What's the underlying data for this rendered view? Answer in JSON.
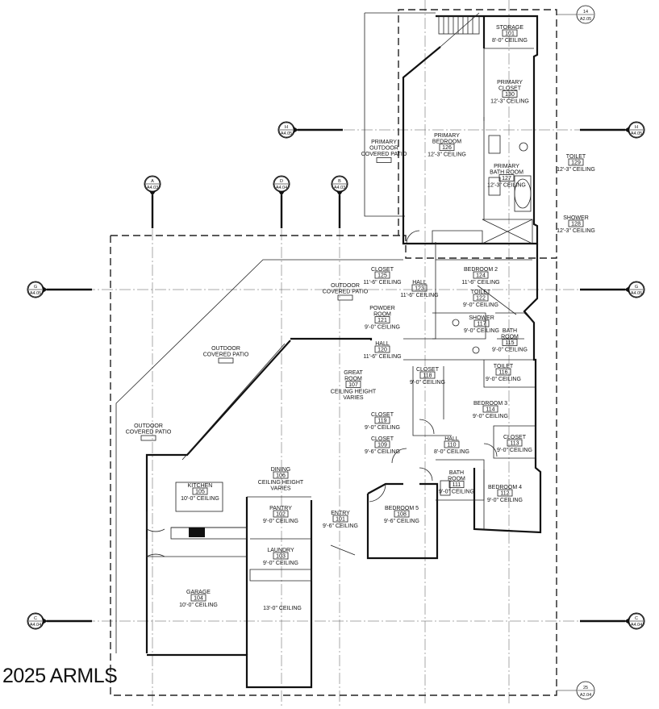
{
  "rooms": [
    {
      "id": "storage",
      "name": [
        "STORAGE"
      ],
      "number": "101",
      "ceiling": "8'-0\" CEILING"
    },
    {
      "id": "primary-closet",
      "name": [
        "PRIMARY",
        "CLOSET"
      ],
      "number": "130",
      "ceiling": "12'-3\" CEILING"
    },
    {
      "id": "primary-bedroom",
      "name": [
        "PRIMARY",
        "BEDROOM"
      ],
      "number": "126",
      "ceiling": "12'-3\" CEILING"
    },
    {
      "id": "toilet-129",
      "name": [
        "TOILET"
      ],
      "number": "129",
      "ceiling": "12'-3\" CEILING"
    },
    {
      "id": "primary-bath",
      "name": [
        "PRIMARY",
        "BATH ROOM"
      ],
      "number": "127",
      "ceiling": "12'-3\" CEILING"
    },
    {
      "id": "shower-128",
      "name": [
        "SHOWER"
      ],
      "number": "128",
      "ceiling": "12'-3\" CEILING"
    },
    {
      "id": "primary-outdoor-patio",
      "name": [
        "PRIMARY",
        "OUTDOOR",
        "COVERED PATIO"
      ],
      "number": "",
      "ceiling": ""
    },
    {
      "id": "closet-125",
      "name": [
        "CLOSET"
      ],
      "number": "125",
      "ceiling": "11'-6\" CEILING"
    },
    {
      "id": "hall-123",
      "name": [
        "HALL"
      ],
      "number": "123",
      "ceiling": "11'-6\" CEILING"
    },
    {
      "id": "bedroom-2",
      "name": [
        "BEDROOM 2"
      ],
      "number": "124",
      "ceiling": "11'-6\" CEILING"
    },
    {
      "id": "outdoor-patio-top",
      "name": [
        "OUTDOOR",
        "COVERED PATIO"
      ],
      "number": "",
      "ceiling": ""
    },
    {
      "id": "toilet-122",
      "name": [
        "TOILET"
      ],
      "number": "122",
      "ceiling": "9'-0\" CEILING"
    },
    {
      "id": "powder-room",
      "name": [
        "POWDER",
        "ROOM"
      ],
      "number": "121",
      "ceiling": "9'-0\" CEILING"
    },
    {
      "id": "shower-117",
      "name": [
        "SHOWER"
      ],
      "number": "117",
      "ceiling": "9'-0\" CEILING"
    },
    {
      "id": "bath-room-115",
      "name": [
        "BATH",
        "ROOM"
      ],
      "number": "115",
      "ceiling": "9'-0\" CEILING"
    },
    {
      "id": "hall-120",
      "name": [
        "HALL"
      ],
      "number": "120",
      "ceiling": "11'-6\" CEILING"
    },
    {
      "id": "outdoor-patio-left",
      "name": [
        "OUTDOOR",
        "COVERED PATIO"
      ],
      "number": "",
      "ceiling": ""
    },
    {
      "id": "closet-118",
      "name": [
        "CLOSET"
      ],
      "number": "118",
      "ceiling": "9'-0\" CEILING"
    },
    {
      "id": "toilet-116",
      "name": [
        "TOILET"
      ],
      "number": "116",
      "ceiling": "9'-0\" CEILING"
    },
    {
      "id": "great-room",
      "name": [
        "GREAT",
        "ROOM"
      ],
      "number": "107",
      "ceiling": "CEILING HEIGHT",
      "ceiling2": "VARIES"
    },
    {
      "id": "bedroom-3",
      "name": [
        "BEDROOM 3"
      ],
      "number": "114",
      "ceiling": "9'-0\" CEILING"
    },
    {
      "id": "closet-119",
      "name": [
        "CLOSET"
      ],
      "number": "119",
      "ceiling": "9'-0\" CEILING"
    },
    {
      "id": "closet-113",
      "name": [
        "CLOSET"
      ],
      "number": "113",
      "ceiling": "9'-0\" CEILING"
    },
    {
      "id": "outdoor-patio-bottom",
      "name": [
        "OUTDOOR",
        "COVERED PATIO"
      ],
      "number": "",
      "ceiling": ""
    },
    {
      "id": "closet-109",
      "name": [
        "CLOSET"
      ],
      "number": "109",
      "ceiling": "9'-6\" CEILING"
    },
    {
      "id": "hall-110",
      "name": [
        "HALL"
      ],
      "number": "110",
      "ceiling": "8'-0\" CEILING"
    },
    {
      "id": "dining",
      "name": [
        "DINING"
      ],
      "number": "106",
      "ceiling": "CEILING HEIGHT",
      "ceiling2": "VARIES"
    },
    {
      "id": "kitchen",
      "name": [
        "KITCHEN"
      ],
      "number": "105",
      "ceiling": "10'-0\" CEILING"
    },
    {
      "id": "bath-room-111",
      "name": [
        "BATH",
        "ROOM"
      ],
      "number": "111",
      "ceiling": "9'-0\" CEILING"
    },
    {
      "id": "bedroom-4",
      "name": [
        "BEDROOM 4"
      ],
      "number": "112",
      "ceiling": "9'-0\" CEILING"
    },
    {
      "id": "pantry",
      "name": [
        "PANTRY"
      ],
      "number": "102",
      "ceiling": "9'-0\" CEILING"
    },
    {
      "id": "entry",
      "name": [
        "ENTRY"
      ],
      "number": "101",
      "ceiling": "9'-6\" CEILING"
    },
    {
      "id": "bedroom-5",
      "name": [
        "BEDROOM 5"
      ],
      "number": "108",
      "ceiling": "9'-6\" CEILING"
    },
    {
      "id": "laundry",
      "name": [
        "LAUNDRY"
      ],
      "number": "103",
      "ceiling": "9'-0\" CEILING"
    },
    {
      "id": "garage",
      "name": [
        "GARAGE"
      ],
      "number": "104",
      "ceiling": "10'-0\" CEILING"
    },
    {
      "id": "garage-bay",
      "name": [],
      "number": "",
      "ceiling": "13'-0\" CEILING"
    }
  ],
  "section_markers": [
    {
      "id": "A",
      "letter": "A",
      "ref": "A4.03"
    },
    {
      "id": "D",
      "letter": "D",
      "ref": "A4.04"
    },
    {
      "id": "B",
      "letter": "B",
      "ref": "A4.03"
    },
    {
      "id": "H-left",
      "letter": "H",
      "ref": "A4.05"
    },
    {
      "id": "H-right",
      "letter": "H",
      "ref": "A4.05"
    },
    {
      "id": "G-left",
      "letter": "G",
      "ref": "A4.05"
    },
    {
      "id": "G-right",
      "letter": "G",
      "ref": "A4.05"
    },
    {
      "id": "C-left",
      "letter": "C",
      "ref": "A4.04"
    },
    {
      "id": "C-right",
      "letter": "C",
      "ref": "A4.04"
    }
  ],
  "detail_bubbles": [
    {
      "id": "14",
      "number": "14",
      "ref": "A2.05"
    },
    {
      "id": "25",
      "number": "25",
      "ref": "A2.04"
    }
  ],
  "watermark": "2025 ARMLS"
}
